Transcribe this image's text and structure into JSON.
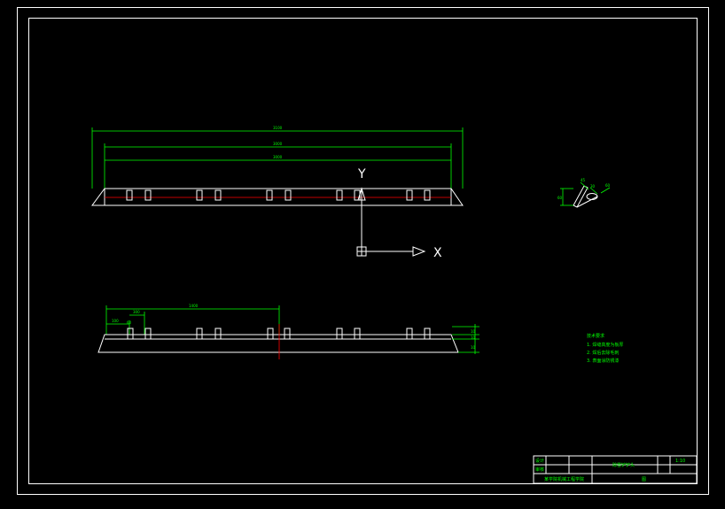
{
  "drawing": {
    "colors": {
      "background": "#000000",
      "outline": "#ffffff",
      "dimension": "#00ff00",
      "centerline": "#ff0000"
    },
    "top_view": {
      "dims": [
        "3100",
        "3000",
        "3000"
      ]
    },
    "axes": {
      "y_label": "Y",
      "x_label": "X"
    },
    "front_view": {
      "dims": [
        "1400",
        "300",
        "100",
        "60"
      ],
      "right_dims": [
        "10",
        "10",
        "10"
      ]
    },
    "detail": {
      "dims": [
        "60",
        "45",
        "30"
      ]
    },
    "notes": {
      "title": "技术要求",
      "items": [
        "1. 焊缝高度为板厚",
        "2. 焊后去除毛刺",
        "3. 表面涂防锈漆"
      ]
    },
    "title_block": {
      "drawing_name": "除雪铲铲头",
      "scale": "1:10",
      "designer_role": "设计",
      "checker_role": "审核",
      "school": "某学院机械工程学院",
      "drawing_no": "图"
    }
  }
}
